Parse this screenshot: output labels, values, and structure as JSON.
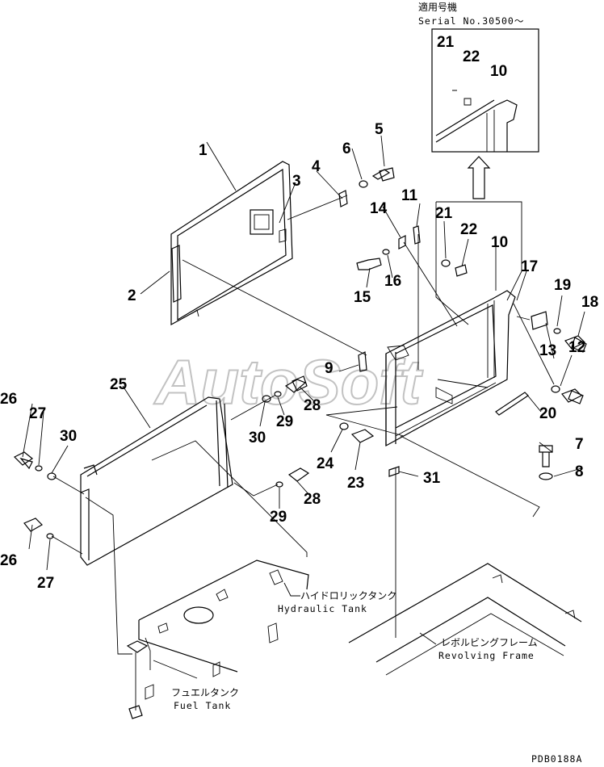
{
  "watermark": "AutoSoft",
  "drawing_code": "PDB0188A",
  "inset": {
    "title_jp": "適用号機",
    "serial": "Serial No.30500～"
  },
  "callouts": {
    "hydraulic_tank": {
      "jp": "ハイドロリックタンク",
      "en": "Hydraulic Tank"
    },
    "revolving_frame": {
      "jp": "レボルビングフレーム",
      "en": "Revolving Frame"
    },
    "fuel_tank": {
      "jp": "フュエルタンク",
      "en": "Fuel Tank"
    }
  },
  "part_numbers": {
    "p1": "1",
    "p2": "2",
    "p3": "3",
    "p4": "4",
    "p5": "5",
    "p6": "6",
    "p7": "7",
    "p8": "8",
    "p9": "9",
    "p10": "10",
    "p10b": "10",
    "p11": "11",
    "p12": "12",
    "p13": "13",
    "p14": "14",
    "p15": "15",
    "p16": "16",
    "p17": "17",
    "p18": "18",
    "p19": "19",
    "p20": "20",
    "p21": "21",
    "p21b": "21",
    "p22": "22",
    "p22b": "22",
    "p23": "23",
    "p24": "24",
    "p25": "25",
    "p26": "26",
    "p26b": "26",
    "p27": "27",
    "p27b": "27",
    "p28": "28",
    "p28b": "28",
    "p29": "29",
    "p29b": "29",
    "p30": "30",
    "p30b": "30",
    "p31": "31"
  }
}
